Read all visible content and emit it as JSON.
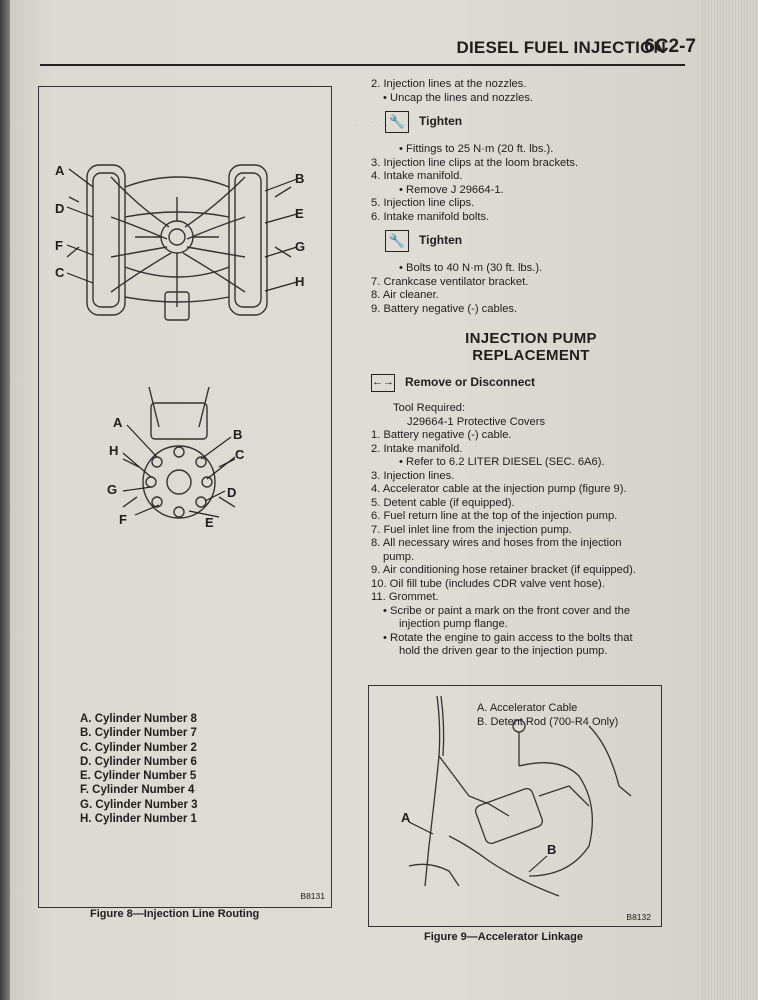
{
  "header": {
    "title": "DIESEL FUEL INJECTION",
    "page_number": "6C2-7"
  },
  "figure8": {
    "caption": "Figure 8—Injection Line Routing",
    "id": "B8131",
    "engine_labels": [
      "A",
      "B",
      "D",
      "E",
      "F",
      "G",
      "C",
      "H"
    ],
    "pump_labels": [
      "A",
      "B",
      "H",
      "C",
      "G",
      "D",
      "F",
      "E"
    ],
    "legend": [
      "A. Cylinder Number 8",
      "B. Cylinder Number 7",
      "C. Cylinder Number 2",
      "D. Cylinder Number 6",
      "E. Cylinder Number 5",
      "F. Cylinder Number 4",
      "G. Cylinder Number 3",
      "H. Cylinder Number 1"
    ]
  },
  "figure9": {
    "caption": "Figure 9—Accelerator Linkage",
    "id": "B8132",
    "legend": [
      "A. Accelerator Cable",
      "B. Detent Rod (700-R4 Only)"
    ],
    "labels": [
      "A",
      "B"
    ]
  },
  "steps_top": [
    "2. Injection lines at the nozzles.",
    "• Uncap the lines and nozzles."
  ],
  "tighten_label": "Tighten",
  "steps_mid": [
    "• Fittings to 25 N·m (20 ft. lbs.).",
    "3. Injection line clips at the loom brackets.",
    "4. Intake manifold.",
    "• Remove J 29664-1.",
    "5. Injection line clips.",
    "6. Intake manifold bolts."
  ],
  "steps_after": [
    "• Bolts to 40 N·m (30 ft. lbs.).",
    "7. Crankcase ventilator bracket.",
    "8. Air cleaner.",
    "9. Battery negative (-) cables."
  ],
  "section_title_1": "INJECTION PUMP",
  "section_title_2": "REPLACEMENT",
  "remove_label": "Remove or Disconnect",
  "tool_required": "Tool Required:",
  "tool_name": "J29664-1 Protective Covers",
  "steps_replace": [
    "1. Battery negative (-) cable.",
    "2. Intake manifold.",
    "• Refer to 6.2 LITER DIESEL (SEC. 6A6).",
    "3. Injection lines.",
    "4. Accelerator cable at the injection pump (figure 9).",
    "5. Detent cable (if equipped).",
    "6. Fuel return line at the top of the injection pump.",
    "7. Fuel inlet line from the injection pump.",
    "8. All necessary wires and hoses from the injection",
    "pump.",
    "9. Air conditioning hose retainer bracket (if equipped).",
    "10. Oil fill tube (includes CDR valve vent hose).",
    "11. Grommet.",
    "• Scribe or paint a mark on the front cover and the",
    "injection pump flange.",
    "• Rotate the engine to gain access to the bolts that",
    "hold the driven gear to the injection pump."
  ]
}
